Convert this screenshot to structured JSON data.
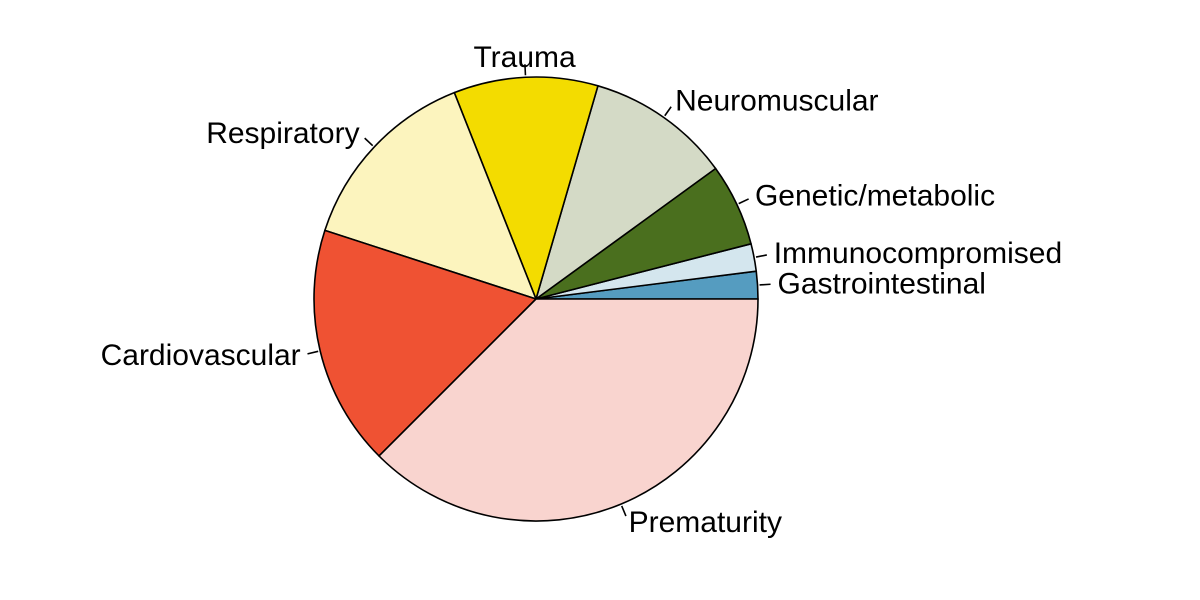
{
  "chart_data": {
    "type": "pie",
    "title": "",
    "start_angle_deg": 0,
    "direction": "counterclockwise",
    "slices": [
      {
        "label": "Gastrointestinal",
        "value": 2,
        "color": "#559CC0"
      },
      {
        "label": "Immunocompromised",
        "value": 2,
        "color": "#D4E6EE"
      },
      {
        "label": "Genetic/metabolic",
        "value": 6,
        "color": "#4A6F1E"
      },
      {
        "label": "Neuromuscular",
        "value": 10.5,
        "color": "#D4DAC6"
      },
      {
        "label": "Trauma",
        "value": 10.5,
        "color": "#F3DC00"
      },
      {
        "label": "Respiratory",
        "value": 14,
        "color": "#FCF4BE"
      },
      {
        "label": "Cardiovascular",
        "value": 17.5,
        "color": "#EF5233"
      },
      {
        "label": "Prematurity",
        "value": 37.5,
        "color": "#F9D4CF"
      }
    ]
  }
}
